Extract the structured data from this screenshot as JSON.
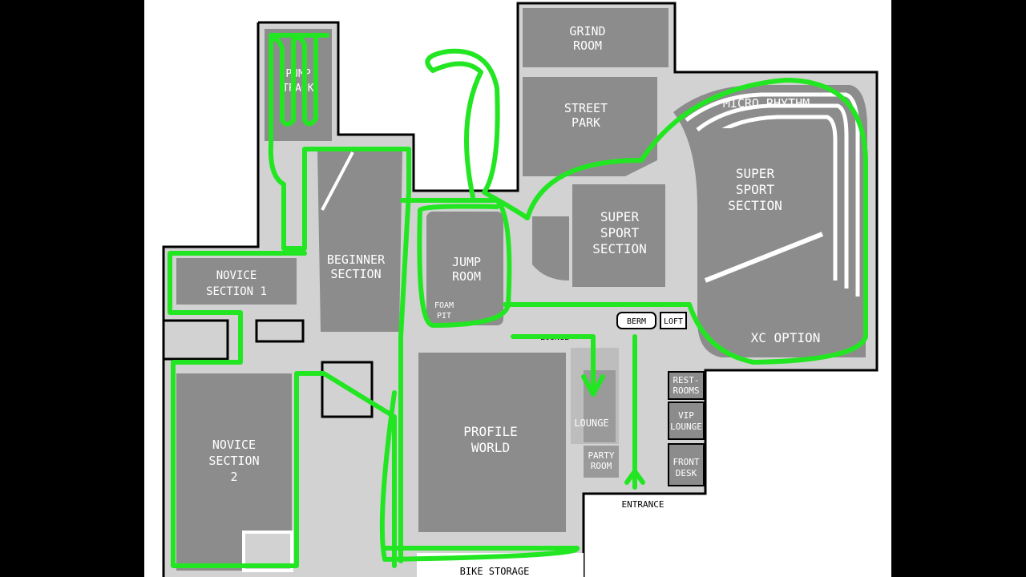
{
  "map": {
    "background_color": "#ffffff",
    "room_color": "#8c8c8c",
    "route_color": "#22e622",
    "areas": {
      "grind_room": [
        "GRIND",
        "ROOM"
      ],
      "street_park": [
        "STREET",
        "PARK"
      ],
      "pump_track": [
        "PUMP",
        "TRACK"
      ],
      "micro_rhythm": "MICRO RHYTHM",
      "super_sport_large": [
        "SUPER",
        "SPORT",
        "SECTION"
      ],
      "super_sport_small": [
        "SUPER",
        "SPORT",
        "SECTION"
      ],
      "novice_1": [
        "NOVICE",
        "SECTION 1"
      ],
      "beginner": [
        "BEGINNER",
        "SECTION"
      ],
      "jump_room": [
        "JUMP",
        "ROOM"
      ],
      "foam_pit": [
        "FOAM",
        "PIT"
      ],
      "berm": "BERM",
      "loft": "LOFT",
      "xc_option": "XC OPTION",
      "lounge_top": "LOUNGE",
      "lounge": "LOUNGE",
      "party_room": [
        "PARTY",
        "ROOM"
      ],
      "restrooms": [
        "REST-",
        "ROOMS"
      ],
      "vip_lounge": [
        "VIP",
        "LOUNGE"
      ],
      "front_desk": [
        "FRONT",
        "DESK"
      ],
      "novice_2": [
        "NOVICE",
        "SECTION",
        "2"
      ],
      "profile_world": [
        "PROFILE",
        "WORLD"
      ],
      "entrance": "ENTRANCE",
      "bike_storage": "BIKE STORAGE"
    }
  }
}
